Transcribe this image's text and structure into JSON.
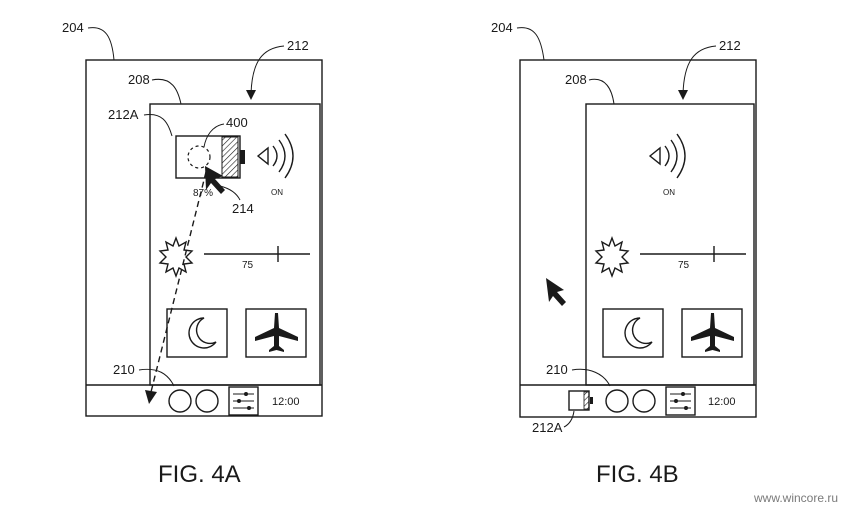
{
  "fig_a": {
    "caption": "FIG. 4A",
    "ref_display": "204",
    "ref_panel": "212",
    "ref_panel_frame": "208",
    "ref_battery_tile": "212A",
    "ref_drag_target": "400",
    "ref_cursor": "214",
    "ref_taskbar": "210",
    "battery_percent": "87%",
    "wifi_state": "ON",
    "brightness_value": "75",
    "clock": "12:00"
  },
  "fig_b": {
    "caption": "FIG. 4B",
    "ref_display": "204",
    "ref_panel": "212",
    "ref_panel_frame": "208",
    "ref_taskbar": "210",
    "ref_battery_pinned": "212A",
    "wifi_state": "ON",
    "brightness_value": "75",
    "clock": "12:00"
  },
  "watermark": "www.wincore.ru",
  "icons": {
    "wifi": "wifi-icon",
    "brightness": "sun-icon",
    "night_mode": "moon-icon",
    "airplane_mode": "airplane-icon",
    "settings": "sliders-icon",
    "battery": "battery-icon",
    "cursor": "cursor-arrow-icon"
  }
}
